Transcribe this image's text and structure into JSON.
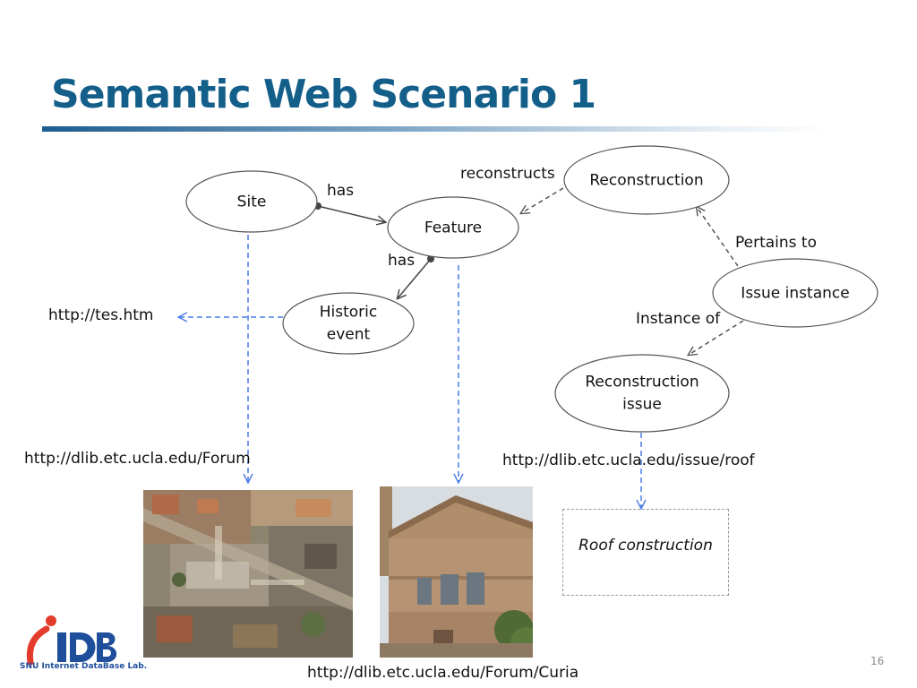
{
  "slide": {
    "title": "Semantic Web Scenario 1",
    "number": "16"
  },
  "nodes": {
    "site": "Site",
    "feature": "Feature",
    "reconstruction": "Reconstruction",
    "historic_event_line1": "Historic",
    "historic_event_line2": "event",
    "issue_instance": "Issue instance",
    "reconstruction_issue_line1": "Reconstruction",
    "reconstruction_issue_line2": "issue"
  },
  "edges": {
    "site_has_feature": "has",
    "feature_has_event": "has",
    "reconstructs": "reconstructs",
    "pertains_to": "Pertains to",
    "instance_of": "Instance of"
  },
  "urls": {
    "tes": "http://tes.htm",
    "forum": "http://dlib.etc.ucla.edu/Forum",
    "roof": "http://dlib.etc.ucla.edu/issue/roof",
    "curia": "http://dlib.etc.ucla.edu/Forum/Curia"
  },
  "note": {
    "text": "Roof construction"
  },
  "logo": {
    "mark": "iDB",
    "caption": "SNU Internet DataBase Lab."
  },
  "colors": {
    "title": "#135f8a",
    "link_arrow": "#4a7be8",
    "relation_arrow": "#555555"
  }
}
